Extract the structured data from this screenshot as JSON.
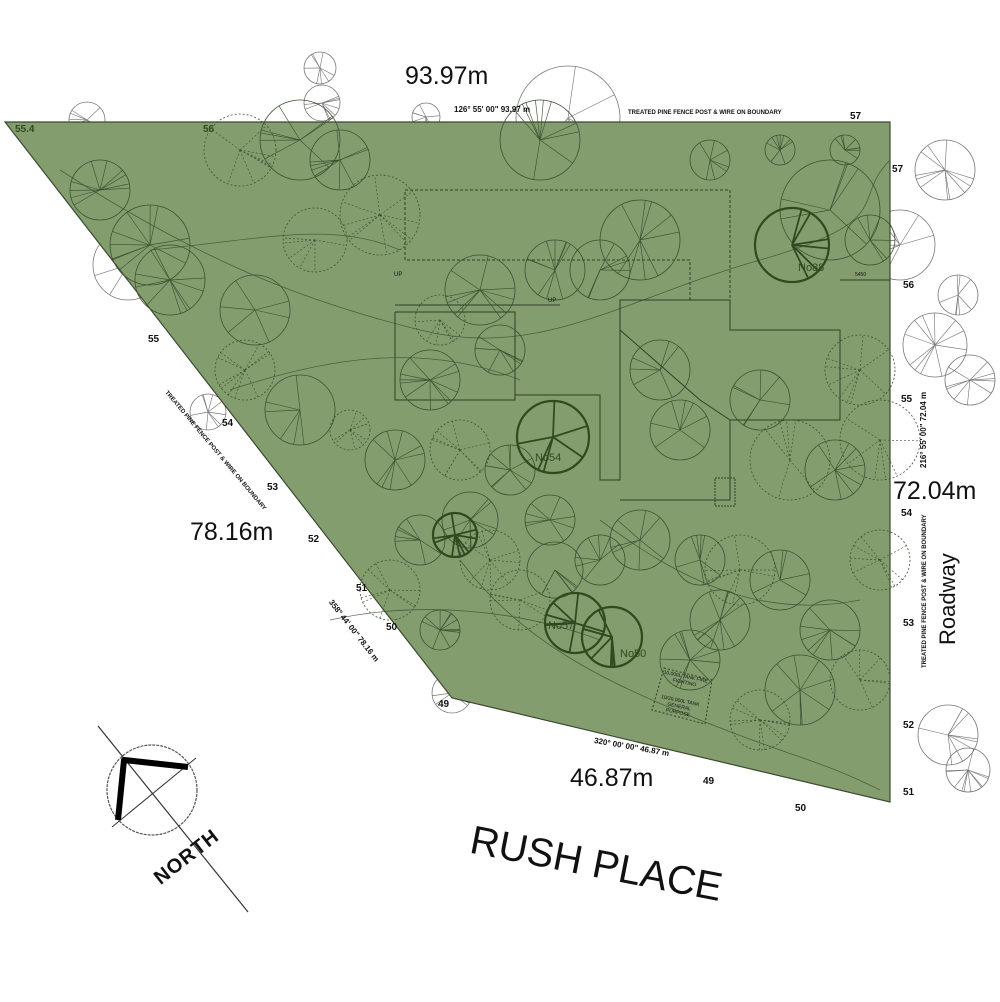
{
  "colors": {
    "lot_fill": "#849d6f",
    "lot_stroke": "#3a4a30",
    "tree_line": "#3b5230",
    "feature_tree": "#2f4a1f",
    "outside_tree": "#777777"
  },
  "dimensions": {
    "north_boundary": "93.97m",
    "east_boundary": "72.04m",
    "west_boundary": "78.16m",
    "south_boundary": "46.87m"
  },
  "bearings": {
    "north": "126° 55' 00\"  93.97 m",
    "east": "216° 55' 00\"  72.04 m",
    "west": "358° 44' 00\"  78.16 m",
    "south": "320° 00' 00\"  46.87 m"
  },
  "fence_notes": {
    "north": "TREATED PINE FENCE POST & WIRE ON BOUNDARY",
    "east": "TREATED PINE FENCE POST & WIRE ON BOUNDARY",
    "west": "TREATED PINE FENCE POST & WIRE ON BOUNDARY"
  },
  "contours": {
    "nw_corner": "55.4",
    "n1": "56",
    "ne1": "57",
    "ne2": "57",
    "e56": "56",
    "e55": "55",
    "e54": "54",
    "e53": "53",
    "e52": "52",
    "e51": "51",
    "w55": "55",
    "w54": "54",
    "w53": "53",
    "w52": "52",
    "w51": "51",
    "w50": "50",
    "sw49": "49",
    "s49": "49",
    "s50": "50"
  },
  "feature_trees": [
    "No88",
    "No54",
    "No57",
    "No50"
  ],
  "tanks": {
    "fire": "10,000L TANK FIRE FIGHTING",
    "general": "10/20,000L TANK GENERAL PURPOSE"
  },
  "house": {
    "up1": "UP",
    "up2": "UP",
    "dim": "5450"
  },
  "street": "RUSH PLACE",
  "roadway": "Roadway",
  "north_arrow": "NORTH"
}
